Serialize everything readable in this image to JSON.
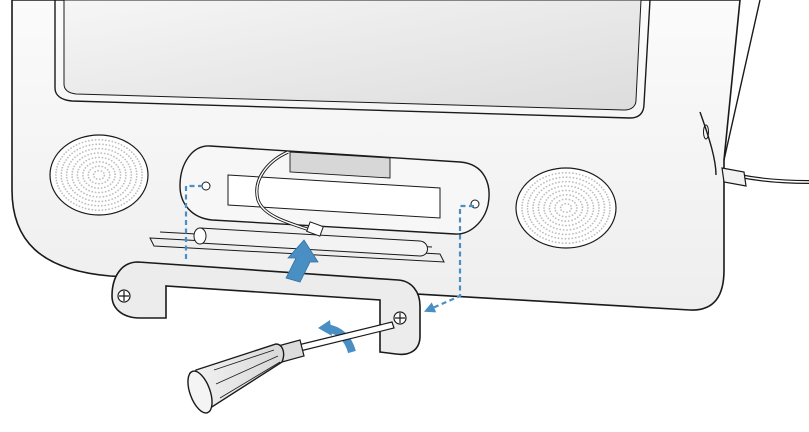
{
  "figure": {
    "description_visible_text": ""
  },
  "parts": [
    {
      "id": "imac-body",
      "icon": "computer-body-icon"
    },
    {
      "id": "display-screen",
      "icon": "screen-icon"
    },
    {
      "id": "speaker-left",
      "icon": "speaker-grille-icon"
    },
    {
      "id": "speaker-right",
      "icon": "speaker-grille-icon"
    },
    {
      "id": "memory-bay",
      "icon": "memory-bay-icon"
    },
    {
      "id": "memory-module",
      "icon": "ram-module-icon"
    },
    {
      "id": "bay-cable",
      "icon": "cable-icon"
    },
    {
      "id": "bay-cover",
      "icon": "cover-plate-icon"
    },
    {
      "id": "captive-screw-left",
      "icon": "screw-icon"
    },
    {
      "id": "captive-screw-right",
      "icon": "screw-icon"
    },
    {
      "id": "screwdriver",
      "icon": "screwdriver-icon"
    },
    {
      "id": "power-cord",
      "icon": "cable-icon"
    }
  ],
  "colors": {
    "line": "#1a1a1a",
    "arrow_blue": "#4a8fc4",
    "arrow_blue_light": "#6aa6d6",
    "body_fill": "#f4f4f4",
    "screen_fill": "#ececec",
    "cover_fill": "#ececec",
    "grille_dot": "#bdbdbd"
  }
}
